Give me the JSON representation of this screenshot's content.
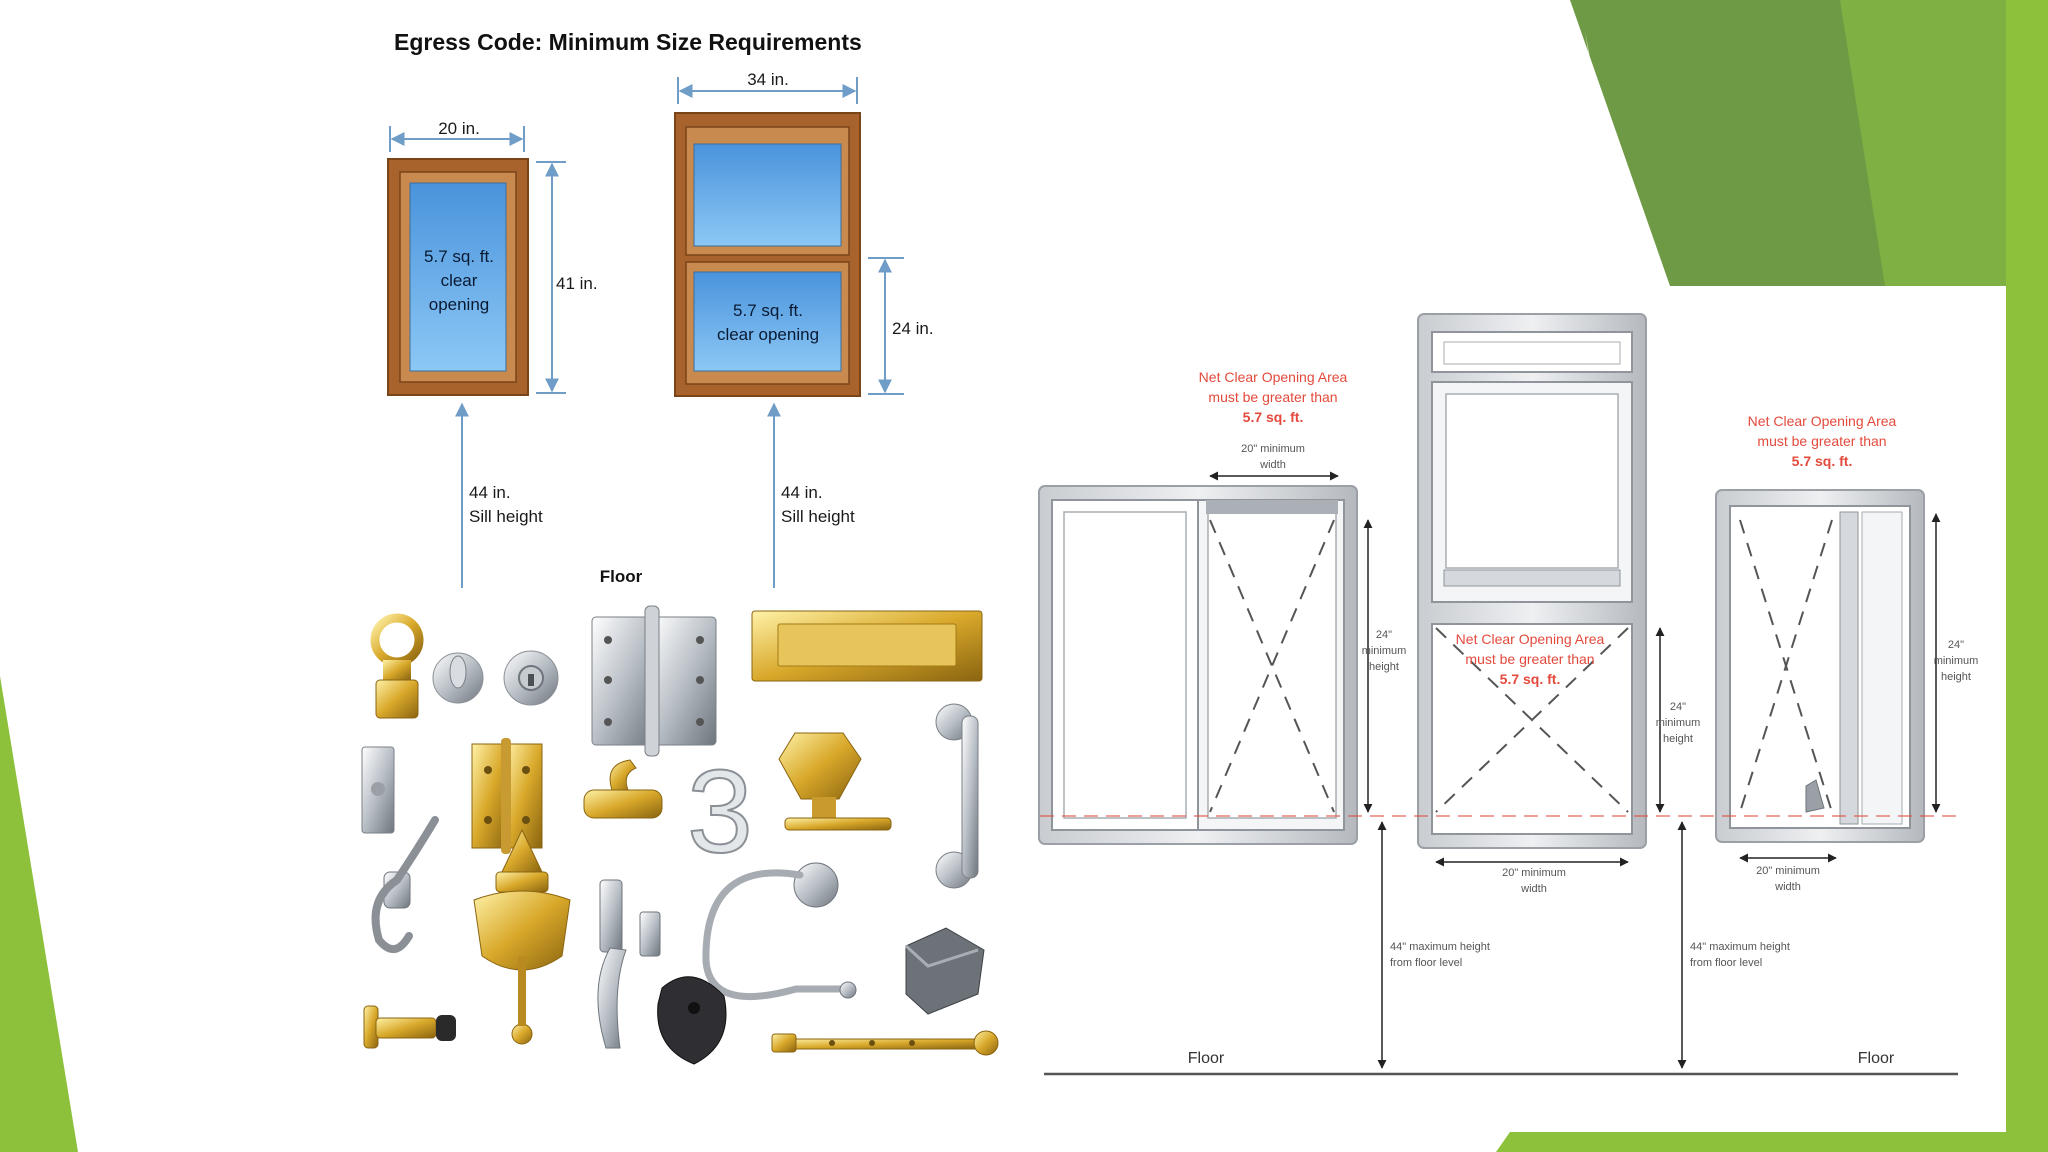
{
  "theme": {
    "accent_dark": "#6f9a45",
    "accent_light": "#8dc13c",
    "frame_wood": "#a8622b",
    "glass_blue": "#5aa5e6",
    "annotation_red": "#e34a3c"
  },
  "egress": {
    "title": "Egress Code: Minimum Size Requirements",
    "left_window": {
      "width_label": "20 in.",
      "height_label": "41 in.",
      "area_lines": [
        "5.7 sq. ft.",
        "clear",
        "opening"
      ],
      "sill_lines": [
        "44 in.",
        "Sill height"
      ]
    },
    "right_window": {
      "width_label": "34 in.",
      "height_label": "24 in.",
      "area_lines": [
        "5.7 sq. ft.",
        "clear opening"
      ],
      "sill_lines": [
        "44 in.",
        "Sill height"
      ]
    },
    "floor_label": "Floor"
  },
  "hardware": {
    "items": [
      "eye-pull-icon",
      "thumb-turn-icon",
      "escutcheon-icon",
      "parliament-hinge-icon",
      "letter-plate-icon",
      "flush-bolt-icon",
      "butt-hinge-icon",
      "sash-fastener-icon",
      "house-number-icon",
      "mortice-knob-icon",
      "pull-handle-icon",
      "coat-hook-icon",
      "door-knocker-icon",
      "window-handle-icon",
      "towel-ring-icon",
      "robe-hook-icon",
      "door-stop-icon",
      "keyhole-cover-icon",
      "casement-stay-icon"
    ],
    "house_number": "3"
  },
  "diagram": {
    "sliding": {
      "note_lines": [
        "Net Clear Opening Area",
        "must be greater than",
        "5.7 sq. ft."
      ],
      "width_lines": [
        "20\" minimum",
        "width"
      ],
      "height_lines": [
        "24\"",
        "minimum",
        "height"
      ]
    },
    "double_hung": {
      "note_lines": [
        "Net Clear Opening Area",
        "must be greater than",
        "5.7 sq. ft."
      ],
      "height_lines": [
        "24\"",
        "minimum",
        "height"
      ],
      "width_lines": [
        "20\" minimum",
        "width"
      ]
    },
    "casement": {
      "note_lines": [
        "Net Clear Opening Area",
        "must be greater than",
        "5.7 sq. ft."
      ],
      "height_lines": [
        "24\"",
        "minimum",
        "height"
      ],
      "width_lines": [
        "20\" minimum",
        "width"
      ]
    },
    "max_height_left": [
      "44\" maximum height",
      "from floor level"
    ],
    "max_height_right": [
      "44\" maximum height",
      "from floor level"
    ],
    "floor_left": "Floor",
    "floor_right": "Floor"
  }
}
